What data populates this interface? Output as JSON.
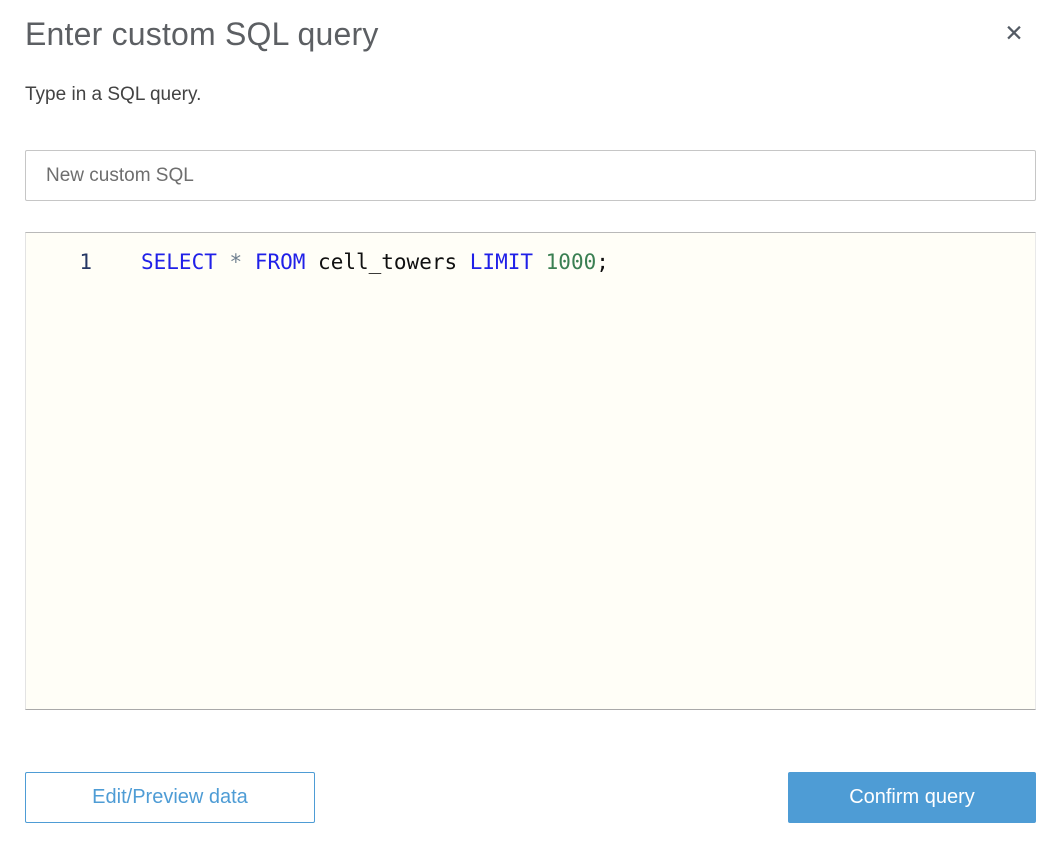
{
  "dialog": {
    "title": "Enter custom SQL query",
    "subtitle": "Type in a SQL query.",
    "close_icon": "✕"
  },
  "query_name_input": {
    "value": "New custom SQL"
  },
  "editor": {
    "line_number": "1",
    "code_text": "SELECT * FROM cell_towers LIMIT 1000;",
    "code_tokens": [
      {
        "text": "SELECT",
        "type": "keyword"
      },
      {
        "text": " ",
        "type": "plain"
      },
      {
        "text": "*",
        "type": "operator"
      },
      {
        "text": " ",
        "type": "plain"
      },
      {
        "text": "FROM",
        "type": "keyword"
      },
      {
        "text": " cell_towers ",
        "type": "plain"
      },
      {
        "text": "LIMIT",
        "type": "keyword"
      },
      {
        "text": " ",
        "type": "plain"
      },
      {
        "text": "1000",
        "type": "number"
      },
      {
        "text": ";",
        "type": "plain"
      }
    ]
  },
  "buttons": {
    "edit_preview_label": "Edit/Preview data",
    "confirm_label": "Confirm query"
  },
  "colors": {
    "keyword": "#2020e8",
    "number": "#3a7f52",
    "operator": "#708090",
    "plain": "#101010",
    "line_number": "#253764",
    "accent_blue": "#4e9cd5"
  }
}
